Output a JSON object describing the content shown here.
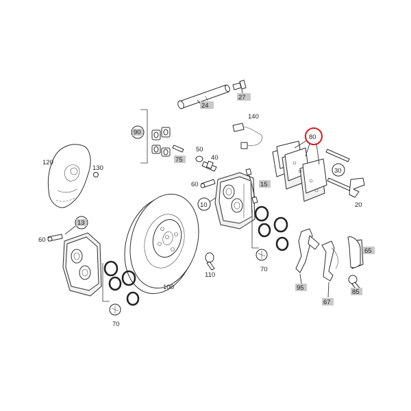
{
  "labels": {
    "p24": "24",
    "p27": "27",
    "p140": "140",
    "p80": "80",
    "p90": "90",
    "p75": "75",
    "p50": "50",
    "p40": "40",
    "p120": "120",
    "p130": "130",
    "p60a": "60",
    "p10": "10",
    "p15": "15",
    "p30": "30",
    "p20": "20",
    "p13": "13",
    "p60b": "60",
    "p65": "65",
    "p110": "110",
    "p70a": "70",
    "p95": "95",
    "p85": "85",
    "p67": "67",
    "p100": "100",
    "p70b": "70"
  },
  "colors": {
    "highlight": "#d8191f",
    "tag": "#c9c9c9"
  }
}
